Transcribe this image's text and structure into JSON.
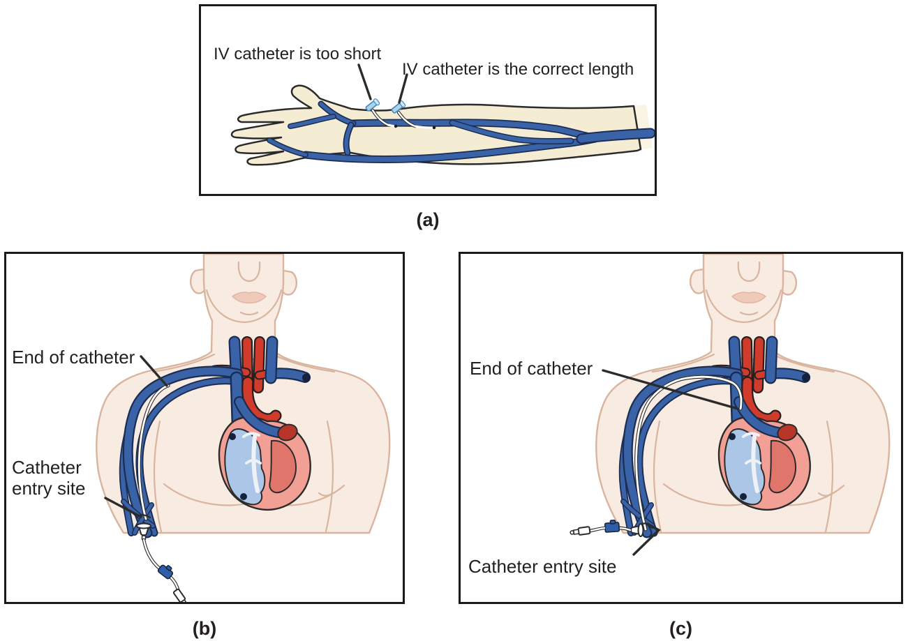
{
  "panels": {
    "a": {
      "caption": "(a)",
      "label_short": "IV catheter is too short",
      "label_correct": "IV catheter is the correct length"
    },
    "b": {
      "caption": "(b)",
      "label_end": "End of catheter",
      "label_entry_line1": "Catheter",
      "label_entry_line2": "entry site"
    },
    "c": {
      "caption": "(c)",
      "label_end": "End of catheter",
      "label_entry": "Catheter entry site"
    }
  },
  "colors": {
    "background": "#ffffff",
    "panel_border": "#1a1a1a",
    "text": "#231f20",
    "outline": "#2b2b2b",
    "vein_blue": "#3a63a7",
    "vein_dark": "#1b2d52",
    "artery_red": "#d13b2b",
    "skin_arm": "#f5ecd4",
    "skin_body": "#f8ece2",
    "body_line": "#d9b49e",
    "heart_salmon": "#f2a095",
    "heart_blue": "#abc6e6",
    "heart_inner": "#e0756b",
    "heart_dark_red": "#b8352a",
    "catheter_white": "#ffffff",
    "hub_blue": "#a8d4f0",
    "clamp_blue": "#2f5da8"
  }
}
